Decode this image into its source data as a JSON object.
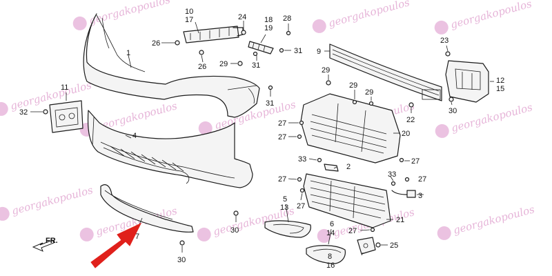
{
  "watermark": {
    "text": "georgakopoulos",
    "color": "#e2a8d2"
  },
  "direction_label": "FR.",
  "arrow_color": "#e0201b",
  "callouts": {
    "c1": "1",
    "c2": "2",
    "c3": "3",
    "c4": "4",
    "c5": "5",
    "c6": "6",
    "c7": "7",
    "c8": "8",
    "c9": "9",
    "c10": "10",
    "c11": "11",
    "c12": "12",
    "c13": "13",
    "c14": "14",
    "c15": "15",
    "c16": "16",
    "c17": "17",
    "c18": "18",
    "c19": "19",
    "c20": "20",
    "c21": "21",
    "c22": "22",
    "c23": "23",
    "c24": "24",
    "c25": "25",
    "c26": "26",
    "c27": "27",
    "c28": "28",
    "c29": "29",
    "c30": "30",
    "c31": "31",
    "c32": "32",
    "c33": "33"
  }
}
